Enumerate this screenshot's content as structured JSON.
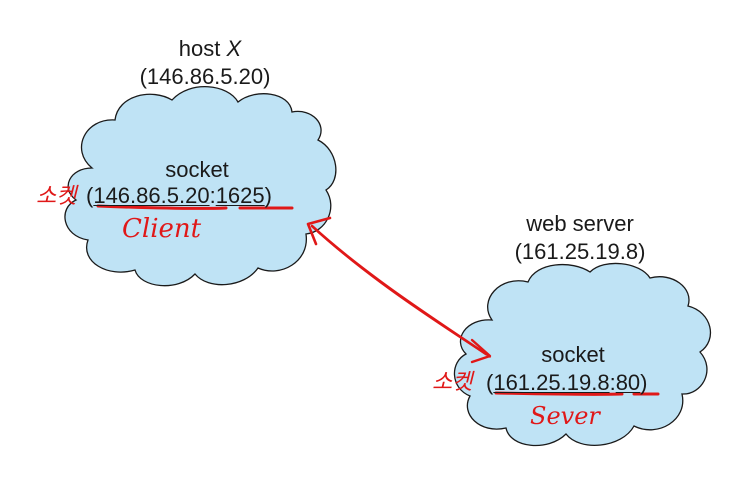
{
  "host": {
    "title_prefix": "host",
    "title_var": "X",
    "ip_line": "(146.86.5.20)",
    "socket_label": "socket",
    "socket_open": "(",
    "socket_ip": "146.86.5.20",
    "socket_colon": ":",
    "socket_port": "1625",
    "socket_close": ")",
    "annotation_korean": "소켓",
    "annotation_role": "Client"
  },
  "server": {
    "title": "web server",
    "ip_line": "(161.25.19.8)",
    "socket_label": "socket",
    "socket_open": "(",
    "socket_ip": "161.25.19.8",
    "socket_colon": ":",
    "socket_port": "80",
    "socket_close": ")",
    "annotation_korean": "소켓",
    "annotation_role": "Sever"
  },
  "colors": {
    "cloud_fill": "#bfe3f5",
    "cloud_stroke": "#1a1a1a",
    "annotation": "#e01818",
    "connection": "#e01818"
  }
}
